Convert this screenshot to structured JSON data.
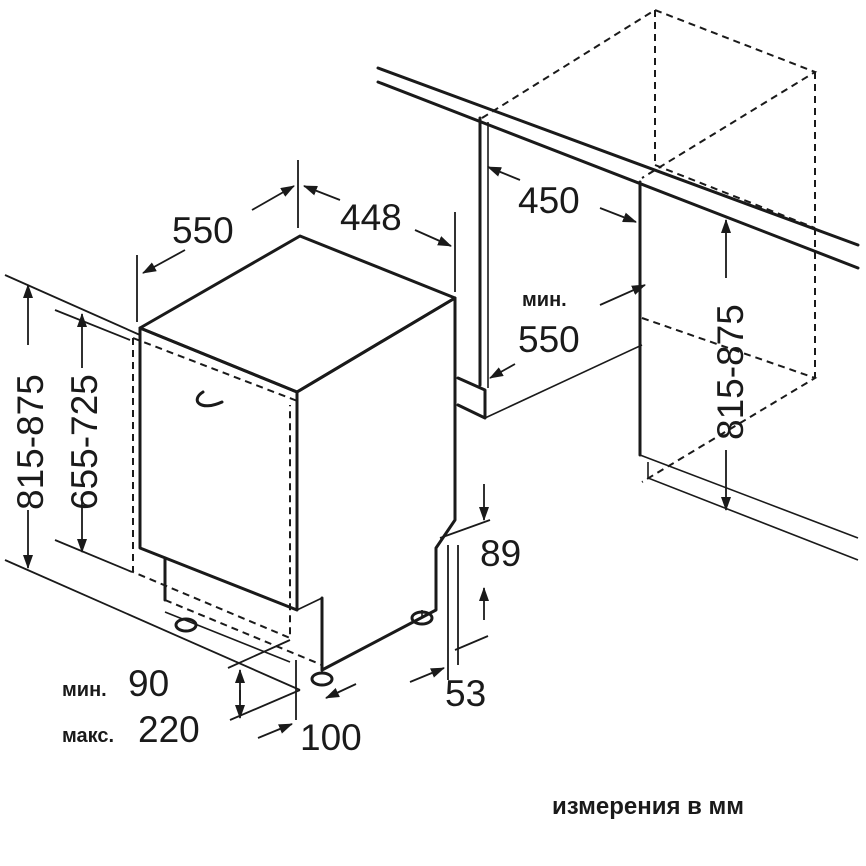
{
  "dims": {
    "depth": "550",
    "width": "448",
    "niche_depth": "450",
    "niche_min_label": "мин.",
    "niche_width": "550",
    "niche_height": "815-875",
    "total_height": "815-875",
    "door_height": "655-725",
    "plinth_top": "89",
    "plinth_bottom": "53",
    "plinth_min_label": "мин.",
    "plinth_min": "90",
    "plinth_max_label": "макс.",
    "plinth_max": "220",
    "plinth_depth": "100"
  },
  "caption": "измерения в мм"
}
